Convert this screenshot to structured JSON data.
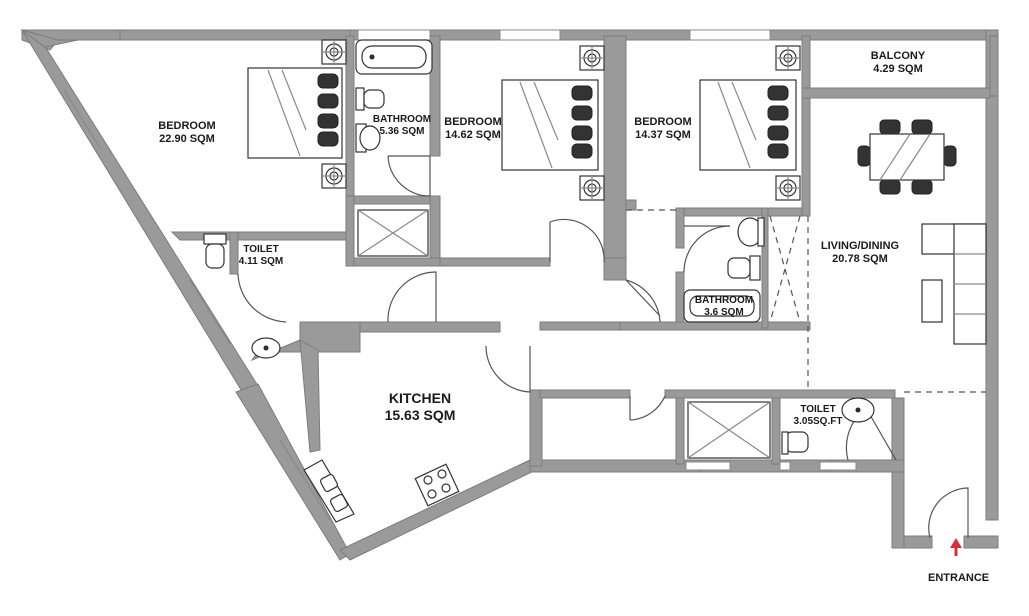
{
  "rooms": {
    "bedroom_left": {
      "name": "BEDROOM",
      "area": "22.90 SQM"
    },
    "bathroom_1": {
      "name": "BATHROOM",
      "area": "5.36 SQM"
    },
    "bedroom_middle": {
      "name": "BEDROOM",
      "area": "14.62 SQM"
    },
    "bedroom_right": {
      "name": "BEDROOM",
      "area": "14.37 SQM"
    },
    "balcony": {
      "name": "BALCONY",
      "area": "4.29 SQM"
    },
    "toilet_1": {
      "name": "TOILET",
      "area": "4.11 SQM"
    },
    "living_dining": {
      "name": "LIVING/DINING",
      "area": "20.78 SQM"
    },
    "bathroom_2": {
      "name": "BATHROOM",
      "area": "3.6 SQM"
    },
    "kitchen": {
      "name": "KITCHEN",
      "area": "15.63 SQM"
    },
    "toilet_2": {
      "name": "TOILET",
      "area": "3.05SQ.FT"
    }
  },
  "entrance": {
    "label": "ENTRANCE",
    "arrow_color": "#d6303a"
  },
  "colors": {
    "wall": "#9a9a9a",
    "line": "#333333"
  }
}
